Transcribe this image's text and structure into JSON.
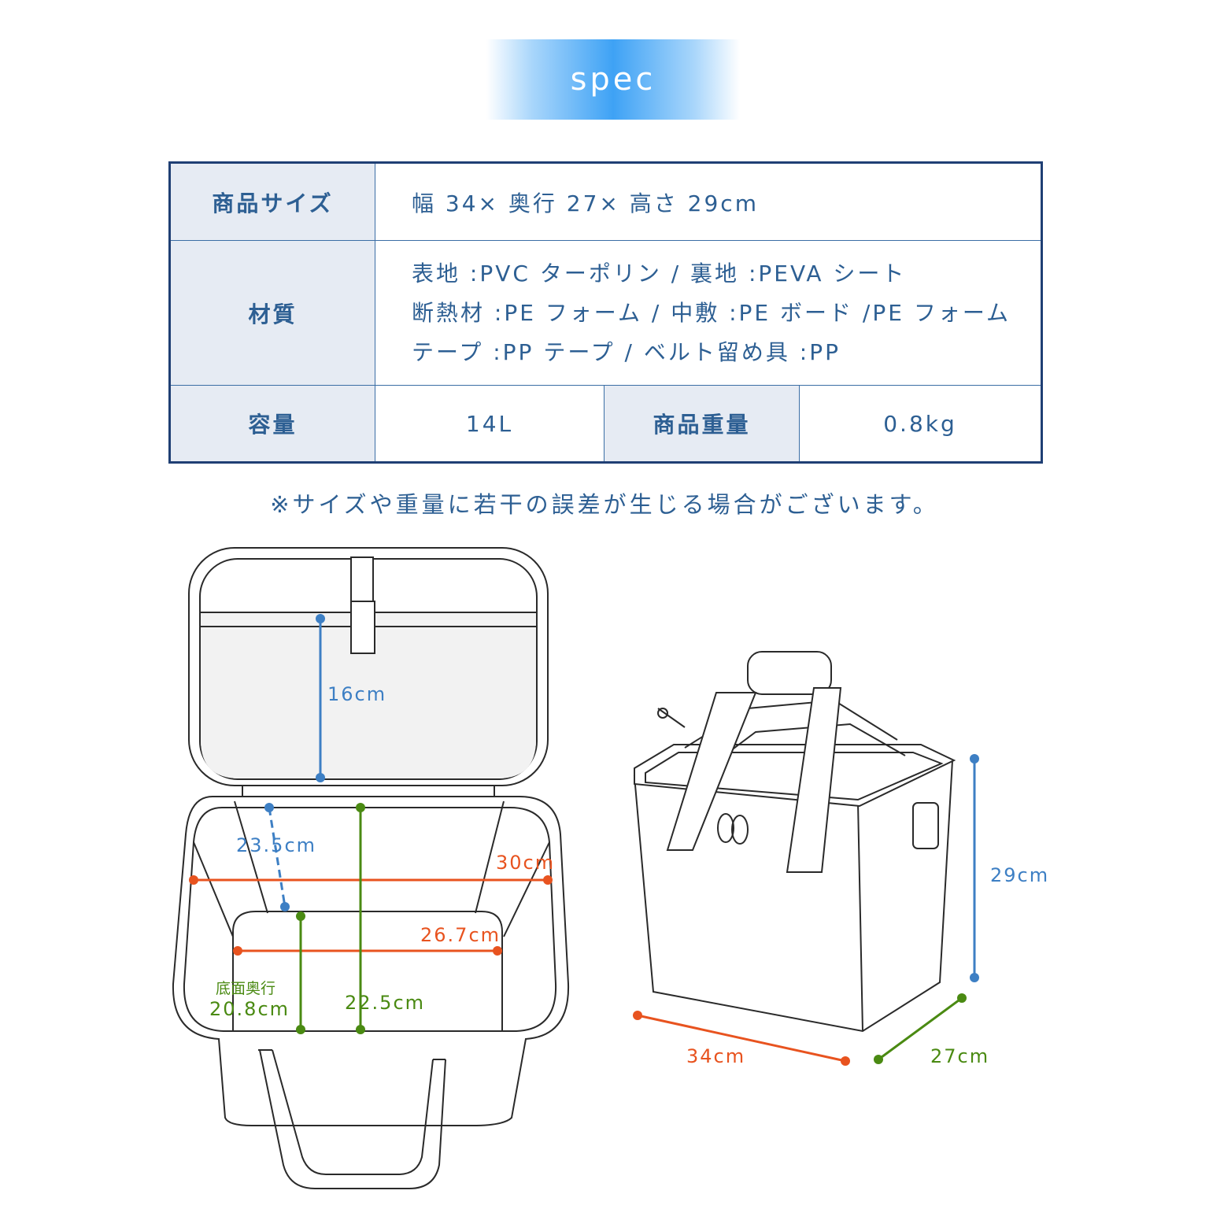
{
  "header": {
    "title": "spec"
  },
  "spec_table": {
    "size_label": "商品サイズ",
    "size_value": "幅 34× 奥行 27× 高さ 29cm",
    "material_label": "材質",
    "material_lines": [
      "表地 :PVC ターポリン / 裏地 :PEVA シート",
      "断熱材 :PE フォーム / 中敷 :PE ボード /PE フォーム",
      "テープ :PP テープ / ベルト留め具 :PP"
    ],
    "capacity_label": "容量",
    "capacity_value": "14L",
    "weight_label": "商品重量",
    "weight_value": "0.8kg"
  },
  "note": "※サイズや重量に若干の誤差が生じる場合がございます。",
  "dimensions": {
    "lid_depth": "16cm",
    "inner_depth_side": "23.5cm",
    "top_width": "30cm",
    "bottom_width": "26.7cm",
    "bottom_depth_caption": "底面奥行",
    "bottom_depth": "20.8cm",
    "inner_height": "22.5cm",
    "height": "29cm",
    "width": "34cm",
    "depth": "27cm"
  },
  "colors": {
    "blue": "#3d7fc4",
    "orange": "#e8531f",
    "green": "#4a8a12",
    "navy": "#1f3f74"
  }
}
